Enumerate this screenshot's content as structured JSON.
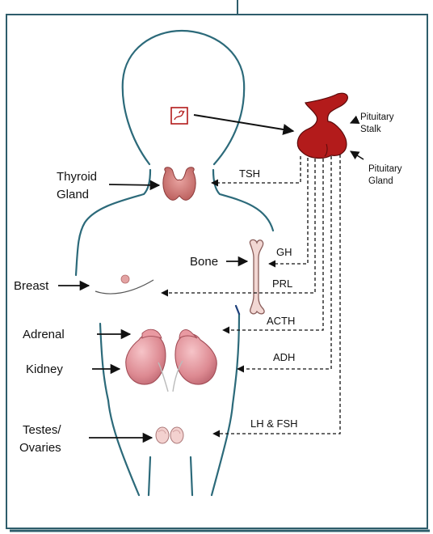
{
  "colors": {
    "frame": "#2e5d6b",
    "body_outline": "#2c6a7a",
    "pituitary": "#b31b1b",
    "thyroid": "#c96b6b",
    "kidney": "#d98088",
    "bone": "#f2d7d3",
    "arrow": "#111111"
  },
  "labels": {
    "thyroid_line1": "Thyroid",
    "thyroid_line2": "Gland",
    "bone": "Bone",
    "breast": "Breast",
    "adrenal": "Adrenal",
    "kidney": "Kidney",
    "testes_line1": "Testes/",
    "testes_line2": "Ovaries",
    "pituitary_stalk_line1": "Pituitary",
    "pituitary_stalk_line2": "Stalk",
    "pituitary_gland_line1": "Pituitary",
    "pituitary_gland_line2": "Gland"
  },
  "hormones": {
    "tsh": "TSH",
    "gh": "GH",
    "prl": "PRL",
    "acth": "ACTH",
    "adh": "ADH",
    "lh_fsh": "LH & FSH"
  },
  "icons": {
    "brain_marker": "pituitary-location-icon"
  }
}
